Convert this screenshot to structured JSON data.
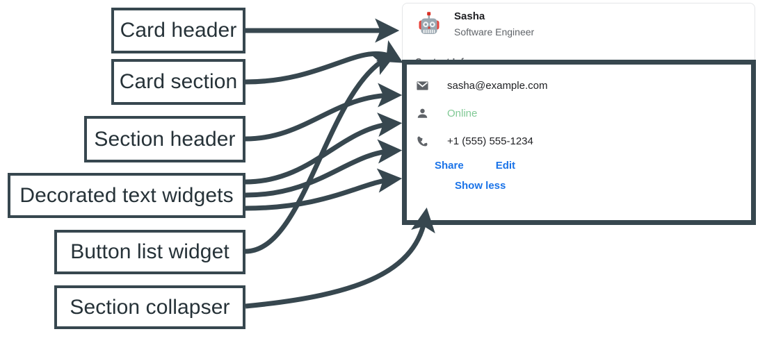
{
  "annotations": {
    "card_header": "Card header",
    "card_section": "Card section",
    "section_header": "Section header",
    "decorated_text_widgets": "Decorated text widgets",
    "button_list_widget": "Button list widget",
    "section_collapser": "Section collapser"
  },
  "colors": {
    "annotation_stroke": "#37474f",
    "link_blue": "#1a73e8",
    "status_green": "#81c995",
    "icon_gray": "#5f6368",
    "card_border": "#e4e6e8",
    "title_text": "#202124",
    "subtitle_text": "#5f6368"
  },
  "card": {
    "header": {
      "avatar_icon": "robot-avatar-icon",
      "title": "Sasha",
      "subtitle": "Software Engineer"
    },
    "section": {
      "header": "Contact Info",
      "rows": [
        {
          "icon": "mail-icon",
          "text": "sasha@example.com",
          "style": "normal"
        },
        {
          "icon": "person-icon",
          "text": "Online",
          "style": "status"
        },
        {
          "icon": "phone-icon",
          "text": "+1 (555) 555-1234",
          "style": "normal"
        }
      ],
      "buttons": [
        {
          "label": "Share"
        },
        {
          "label": "Edit"
        }
      ],
      "collapser": {
        "label": "Show less"
      }
    }
  }
}
